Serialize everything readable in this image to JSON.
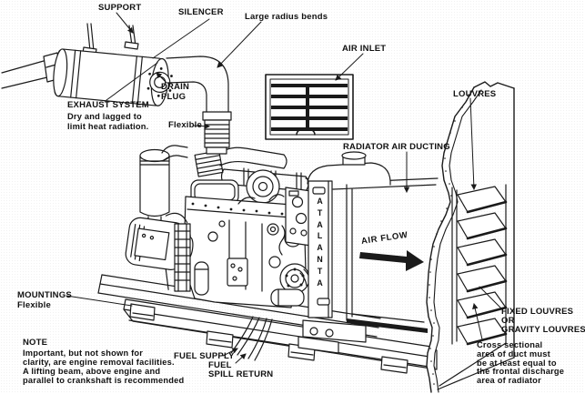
{
  "colors": {
    "ink": "#1a1a1a",
    "paper": "#ffffff"
  },
  "exhaust": {
    "support_label": "SUPPORT",
    "silencer_label": "SILENCER",
    "bends_label": "Large radius bends",
    "drain_plug_lines": [
      "DRAIN",
      "PLUG"
    ],
    "system_label": "EXHAUST SYSTEM",
    "system_note_lines": [
      "Dry and lagged to",
      "limit heat radiation."
    ],
    "flexible_label": "Flexible"
  },
  "ventilation": {
    "air_inlet_label": "AIR INLET",
    "louvres_label": "LOUVRES",
    "ducting_label": "RADIATOR AIR DUCTING",
    "air_flow_label": "AIR FLOW",
    "fixed_louvres_lines": [
      "FIXED LOUVRES",
      "OR",
      "GRAVITY LOUVRES"
    ],
    "cross_section_lines": [
      "Cross sectional",
      "area of duct must",
      "be at least equal to",
      "the frontal discharge",
      "area of radiator"
    ]
  },
  "genset": {
    "brand_vertical": "ATALANTA",
    "mountings_label": "MOUNTINGS",
    "mountings_sub_label": "Flexible",
    "fuel_supply_label": "FUEL SUPPLY",
    "fuel_spill_lines": [
      "FUEL",
      "SPILL RETURN"
    ]
  },
  "note": {
    "title": "NOTE",
    "lines": [
      "Important, but not shown for",
      "clarity, are engine removal facilities.",
      "A lifting beam, above engine and",
      "parallel to crankshaft is recommended"
    ]
  }
}
